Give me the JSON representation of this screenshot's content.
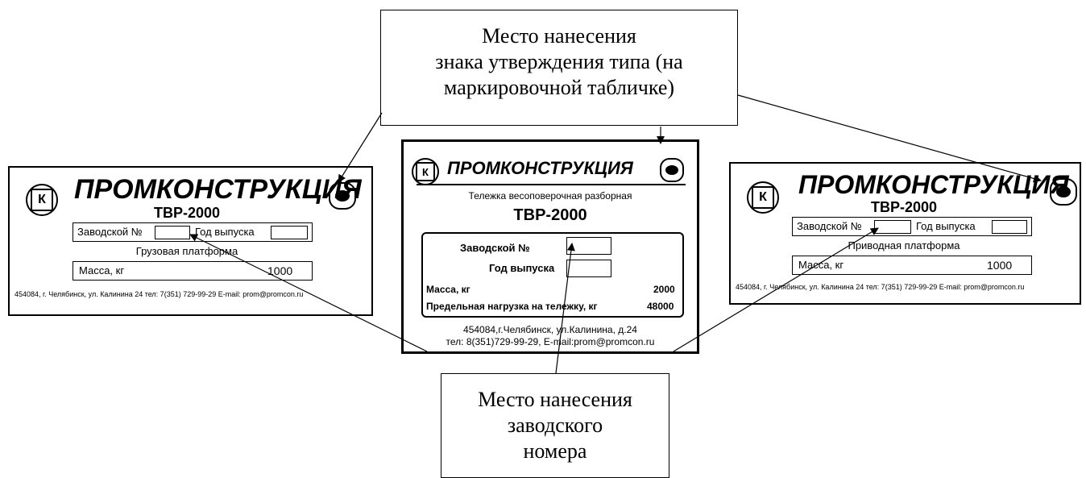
{
  "callout_top": {
    "line1": "Место нанесения",
    "line2": "знака утверждения типа (на",
    "line3": "маркировочной табличке)"
  },
  "callout_bottom": {
    "line1": "Место нанесения",
    "line2": "заводского",
    "line3": "номера"
  },
  "plate_left": {
    "logo": "К",
    "brand": "ПРОМКОНСТРУКЦИЯ",
    "model": "ТВР-2000",
    "serial_label": "Заводской №",
    "year_label": "Год выпуска",
    "platform": "Грузовая платформа",
    "mass_label": "Масса, кг",
    "mass_value": "1000",
    "address": "454084, г. Челябинск, ул. Калинина 24 тел: 7(351) 729-99-29 E-mail: prom@promcon.ru"
  },
  "plate_center": {
    "logo": "К",
    "brand": "ПРОМКОНСТРУКЦИЯ",
    "subtitle": "Тележка весоповерочная разборная",
    "model": "ТВР-2000",
    "serial_label": "Заводской №",
    "year_label": "Год выпуска",
    "mass_label": "Масса, кг",
    "mass_value": "2000",
    "load_label": "Предельная нагрузка на тележку, кг",
    "load_value": "48000",
    "address_line1": "454084,г.Челябинск, ул.Калинина,  д.24",
    "address_line2": "тел: 8(351)729-99-29, E-mail:prom@promcon.ru"
  },
  "plate_right": {
    "logo": "К",
    "brand": "ПРОМКОНСТРУКЦИЯ",
    "model": "ТВР-2000",
    "serial_label": "Заводской №",
    "year_label": "Год выпуска",
    "platform": "Приводная платформа",
    "mass_label": "Масса, кг",
    "mass_value": "1000",
    "address": "454084, г. Челябинск, ул. Калинина 24 тел: 7(351) 729-99-29 E-mail: prom@promcon.ru"
  }
}
